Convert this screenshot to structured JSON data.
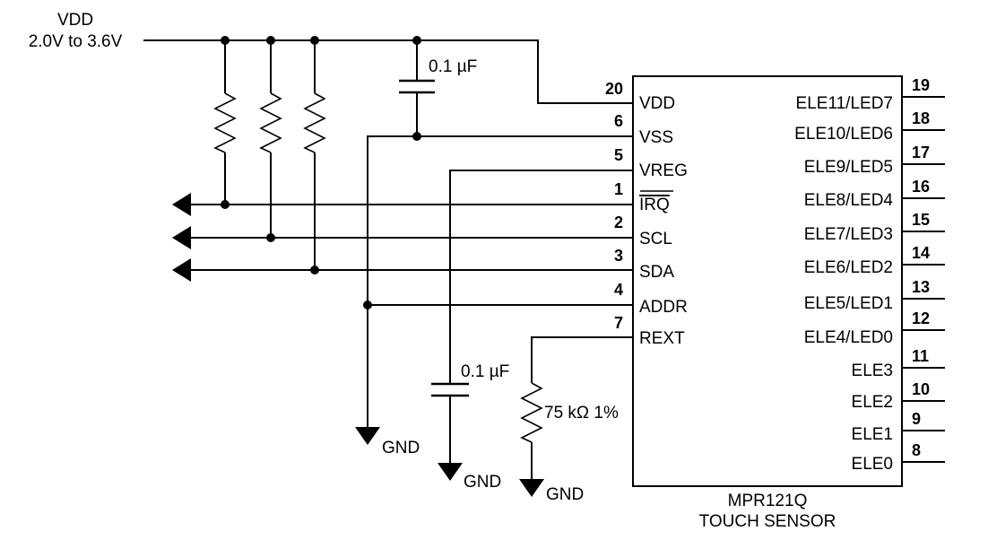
{
  "supply": {
    "name": "VDD",
    "range": "2.0V to 3.6V"
  },
  "decoupling_cap": "0.1 µF",
  "vreg_cap": "0.1 µF",
  "rext_resistor": "75 kΩ 1%",
  "ground_label": "GND",
  "chip": {
    "part": "MPR121Q",
    "function": "TOUCH SENSOR",
    "left_pins": [
      {
        "num": "20",
        "name": "VDD"
      },
      {
        "num": "6",
        "name": "VSS"
      },
      {
        "num": "5",
        "name": "VREG"
      },
      {
        "num": "1",
        "name": "IRQ"
      },
      {
        "num": "2",
        "name": "SCL"
      },
      {
        "num": "3",
        "name": "SDA"
      },
      {
        "num": "4",
        "name": "ADDR"
      },
      {
        "num": "7",
        "name": "REXT"
      }
    ],
    "right_pins": [
      {
        "num": "19",
        "name": "ELE11/LED7"
      },
      {
        "num": "18",
        "name": "ELE10/LED6"
      },
      {
        "num": "17",
        "name": "ELE9/LED5"
      },
      {
        "num": "16",
        "name": "ELE8/LED4"
      },
      {
        "num": "15",
        "name": "ELE7/LED3"
      },
      {
        "num": "14",
        "name": "ELE6/LED2"
      },
      {
        "num": "13",
        "name": "ELE5/LED1"
      },
      {
        "num": "12",
        "name": "ELE4/LED0"
      },
      {
        "num": "11",
        "name": "ELE3"
      },
      {
        "num": "10",
        "name": "ELE2"
      },
      {
        "num": "9",
        "name": "ELE1"
      },
      {
        "num": "8",
        "name": "ELE0"
      }
    ]
  }
}
